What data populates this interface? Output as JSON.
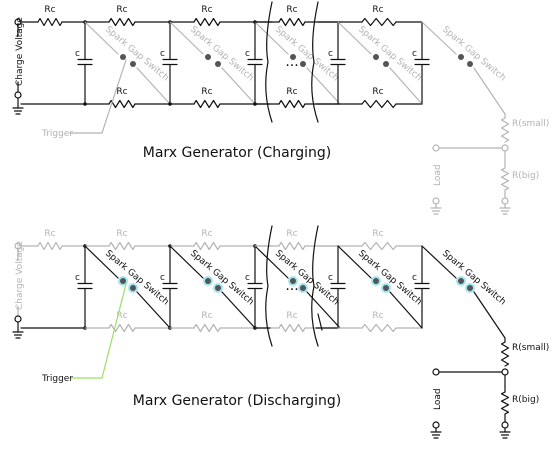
{
  "charging": {
    "title": "Marx Generator (Charging)",
    "charge_voltage": "Charge Voltage",
    "trigger": "Trigger",
    "resistor": "Rc",
    "capacitor": "c",
    "ellipsis": "...",
    "spark_gap": "Spark Gap Switch",
    "r_small": "R(small)",
    "r_big": "R(big)",
    "load": "Load"
  },
  "discharging": {
    "title": "Marx Generator (Discharging)",
    "charge_voltage": "Charge Voltage",
    "trigger": "Trigger",
    "resistor": "Rc",
    "capacitor": "c",
    "ellipsis": "...",
    "spark_gap": "Spark Gap Switch",
    "r_small": "R(small)",
    "r_big": "R(big)",
    "load": "Load"
  },
  "colors": {
    "active": "#111111",
    "inactive": "#b4b4b4",
    "trigger_active": "#99e066",
    "spark": "#9fe6ee"
  }
}
